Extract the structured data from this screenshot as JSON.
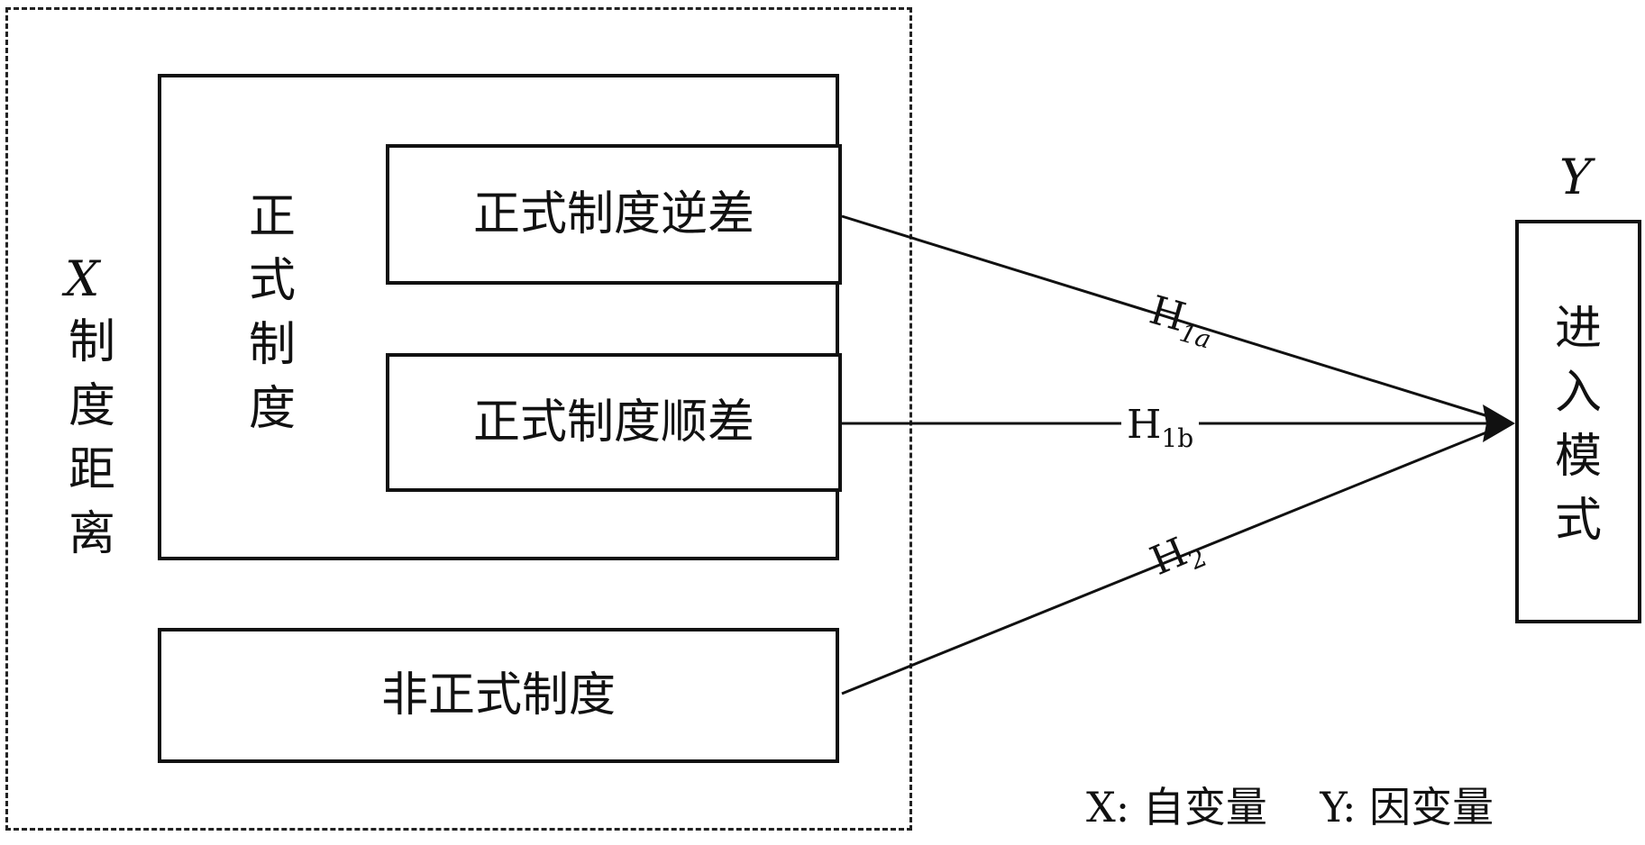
{
  "independent": {
    "symbol": "X",
    "label": "制度距离"
  },
  "formal_institution": {
    "label": "正式制度",
    "deficit": "正式制度逆差",
    "surplus": "正式制度顺差"
  },
  "informal_institution": {
    "label": "非正式制度"
  },
  "dependent": {
    "symbol": "Y",
    "label": "进入模式"
  },
  "hypotheses": {
    "h1a": {
      "main": "H",
      "sub": "1a"
    },
    "h1b": {
      "main": "H",
      "sub": "1b"
    },
    "h2": {
      "main": "H",
      "sub": "2"
    }
  },
  "legend": "X: 自变量    Y: 因变量"
}
